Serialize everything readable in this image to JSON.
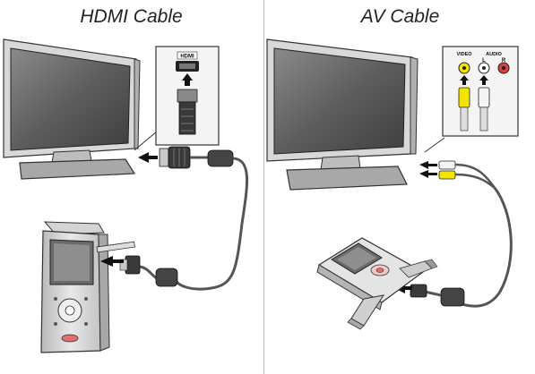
{
  "hdmi_panel": {
    "title": "HDMI Cable",
    "port_label": "HDMI"
  },
  "av_panel": {
    "title": "AV Cable",
    "port_labels": {
      "video": "VIDEO",
      "audio": "AUDIO",
      "left": "L",
      "right": "R"
    }
  },
  "colors": {
    "screen": "#5a5a5a",
    "bezel": "#d9d9d9",
    "outline": "#333333",
    "cable": "#555555",
    "video_plug": "#f2e400",
    "audio_right": "#d94040",
    "accent_red": "#e07070"
  }
}
